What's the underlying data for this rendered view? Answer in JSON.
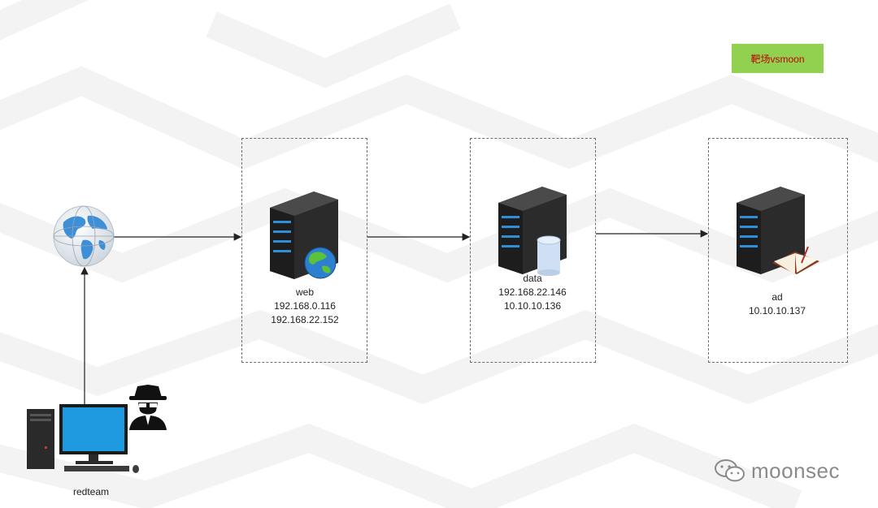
{
  "tag": {
    "label": "靶场vsmoon"
  },
  "nodes": {
    "web": {
      "name": "web",
      "ips": [
        "192.168.0.116",
        "192.168.22.152"
      ]
    },
    "data": {
      "name": "data",
      "ips": [
        "192.168.22.146",
        "10.10.10.136"
      ]
    },
    "ad": {
      "name": "ad",
      "ips": [
        "10.10.10.137"
      ]
    }
  },
  "attacker": {
    "label": "redteam"
  },
  "watermark": {
    "text": "moonsec"
  },
  "colors": {
    "tag_bg": "#92d050",
    "tag_text": "#c00000",
    "box_border": "#6e6e6e",
    "server_led": "#2e8fd8"
  },
  "icons": [
    "globe-icon",
    "web-server-icon",
    "database-server-icon",
    "ad-server-icon",
    "desktop-computer-icon",
    "hacker-icon",
    "wechat-icon"
  ]
}
